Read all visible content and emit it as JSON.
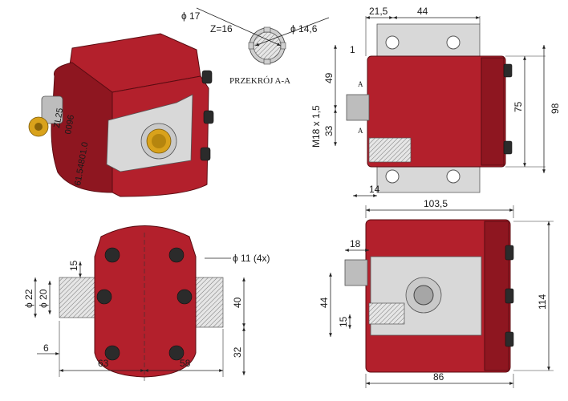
{
  "section": {
    "title": "PRZEKRÓJ A-A",
    "outer_dia": "ϕ 17",
    "teeth": "Z=16",
    "inner_dia": "ϕ 14,6"
  },
  "iso_view": {
    "marking_1": "ZL25",
    "marking_2": "0096",
    "marking_3": "61.54801.0"
  },
  "side_view": {
    "dim_top_1": "21,5",
    "dim_top_2": "44",
    "dim_1": "1",
    "dim_49": "49",
    "dim_thread": "M18 x 1,5",
    "dim_33": "33",
    "dim_14": "14",
    "dim_75": "75",
    "dim_98": "98",
    "section_mark_top": "A",
    "section_mark_bottom": "A"
  },
  "front_view": {
    "dim_15": "15",
    "dim_holes": "ϕ  11 (4x)",
    "dim_dia22": "ϕ 22",
    "dim_dia20": "ϕ 20",
    "dim_40": "40",
    "dim_6": "6",
    "dim_32": "32",
    "dim_63": "63",
    "dim_58": "58"
  },
  "bottom_view": {
    "dim_103": "103,5",
    "dim_18": "18",
    "dim_44": "44",
    "dim_15": "15",
    "dim_114": "114",
    "dim_86": "86"
  },
  "colors": {
    "body": "#b3202c",
    "plate": "#d8d8d8",
    "bolt": "#2b2b2b",
    "brass": "#d9a21b"
  }
}
